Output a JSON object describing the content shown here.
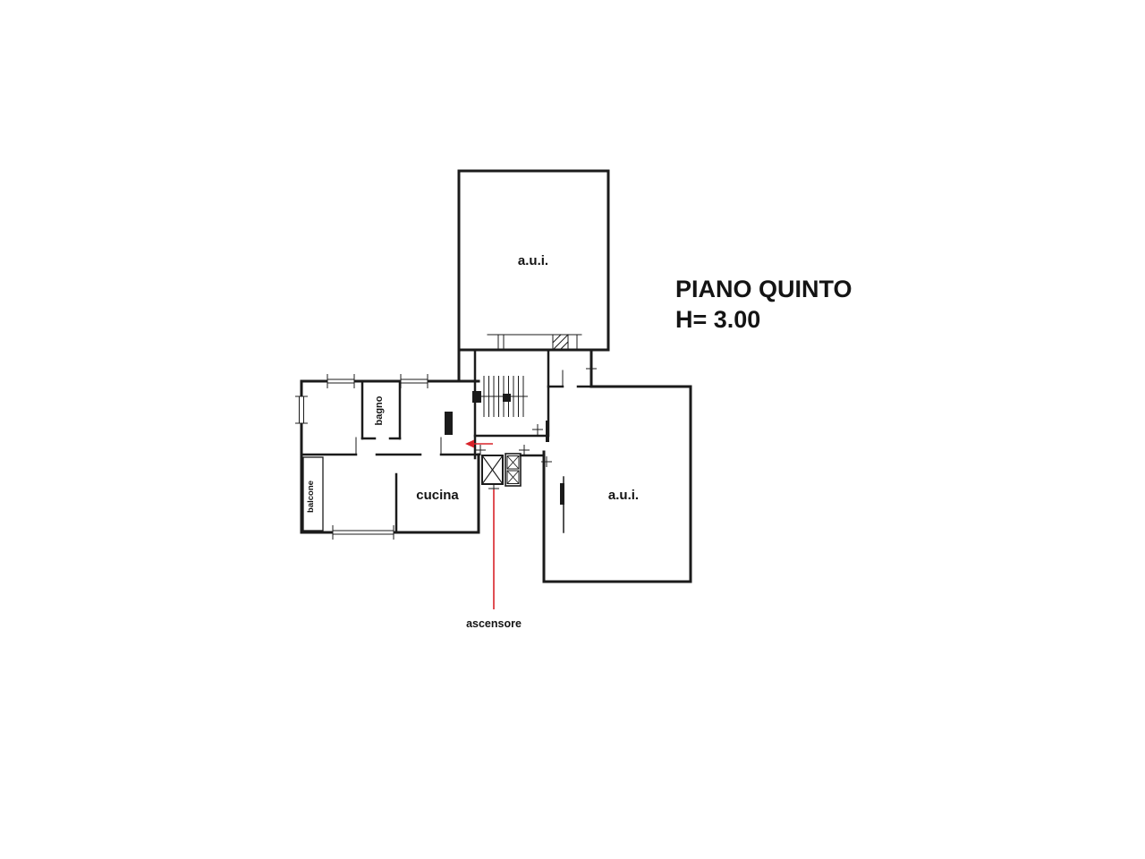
{
  "plan": {
    "title": "PIANO QUINTO",
    "height_note": "H= 3.00"
  },
  "rooms": {
    "aui_top": "a.u.i.",
    "aui_right": "a.u.i.",
    "bagno": "bagno",
    "balcone": "balcone",
    "cucina": "cucina"
  },
  "annotations": {
    "ascensore": "ascensore"
  },
  "colors": {
    "ink": "#1b1b1b",
    "annotation_red": "#d8232a",
    "background": "#ffffff"
  }
}
